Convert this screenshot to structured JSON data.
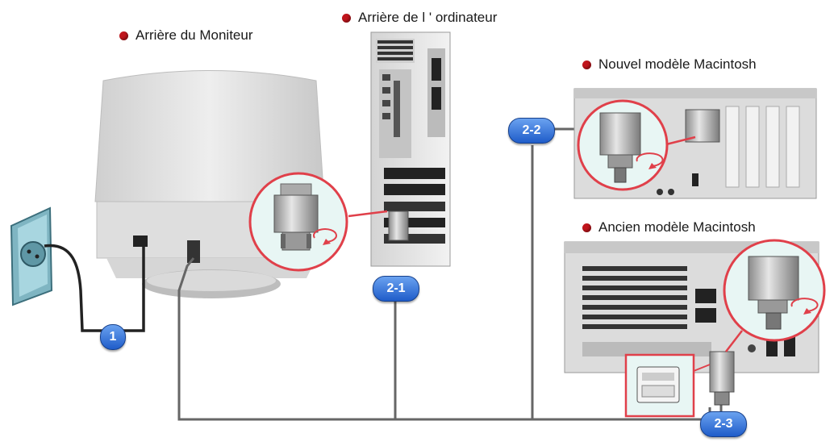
{
  "labels": {
    "monitor_back": "Arrière du Moniteur",
    "computer_back": "Arrière de l ' ordinateur",
    "new_mac": "Nouvel modèle Macintosh",
    "old_mac": "Ancien modèle Macintosh"
  },
  "badges": {
    "power": "1",
    "pc": "2-1",
    "new_mac": "2-2",
    "old_mac": "2-3"
  },
  "colors": {
    "bullet": "#c0151c",
    "badge": "#2f6fd6",
    "magnifier_ring": "#e0404a",
    "magnifier_fill": "#e8f6f4"
  }
}
